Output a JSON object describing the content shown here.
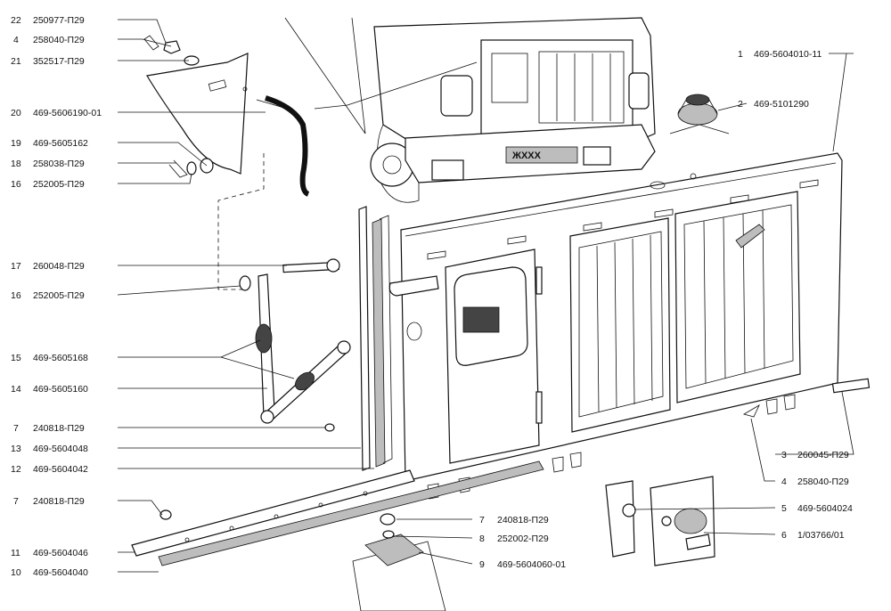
{
  "callouts": [
    {
      "id": "c22",
      "num": "22",
      "part": "250977-П29"
    },
    {
      "id": "c4a",
      "num": "4",
      "part": "258040-П29"
    },
    {
      "id": "c21",
      "num": "21",
      "part": "352517-П29"
    },
    {
      "id": "c20",
      "num": "20",
      "part": "469-5606190-01"
    },
    {
      "id": "c19",
      "num": "19",
      "part": "469-5605162"
    },
    {
      "id": "c18",
      "num": "18",
      "part": "258038-П29"
    },
    {
      "id": "c16a",
      "num": "16",
      "part": "252005-П29"
    },
    {
      "id": "c17",
      "num": "17",
      "part": "260048-П29"
    },
    {
      "id": "c16b",
      "num": "16",
      "part": "252005-П29"
    },
    {
      "id": "c15",
      "num": "15",
      "part": "469-5605168"
    },
    {
      "id": "c14",
      "num": "14",
      "part": "469-5605160"
    },
    {
      "id": "c7a",
      "num": "7",
      "part": "240818-П29"
    },
    {
      "id": "c13",
      "num": "13",
      "part": "469-5604048"
    },
    {
      "id": "c12",
      "num": "12",
      "part": "469-5604042"
    },
    {
      "id": "c7b",
      "num": "7",
      "part": "240818-П29"
    },
    {
      "id": "c11",
      "num": "11",
      "part": "469-5604046"
    },
    {
      "id": "c10",
      "num": "10",
      "part": "469-5604040"
    },
    {
      "id": "c1",
      "num": "1",
      "part": "469-5604010-11"
    },
    {
      "id": "c2",
      "num": "2",
      "part": "469-5101290"
    },
    {
      "id": "c3",
      "num": "3",
      "part": "260045-П29"
    },
    {
      "id": "c4b",
      "num": "4",
      "part": "258040-П29"
    },
    {
      "id": "c5",
      "num": "5",
      "part": "469-5604024"
    },
    {
      "id": "c6",
      "num": "6",
      "part": "1/03766/01"
    },
    {
      "id": "c7c",
      "num": "7",
      "part": "240818-П29"
    },
    {
      "id": "c8",
      "num": "8",
      "part": "252002-П29"
    },
    {
      "id": "c9",
      "num": "9",
      "part": "469-5604060-01"
    }
  ],
  "bumper_plate": "ЖXXX"
}
